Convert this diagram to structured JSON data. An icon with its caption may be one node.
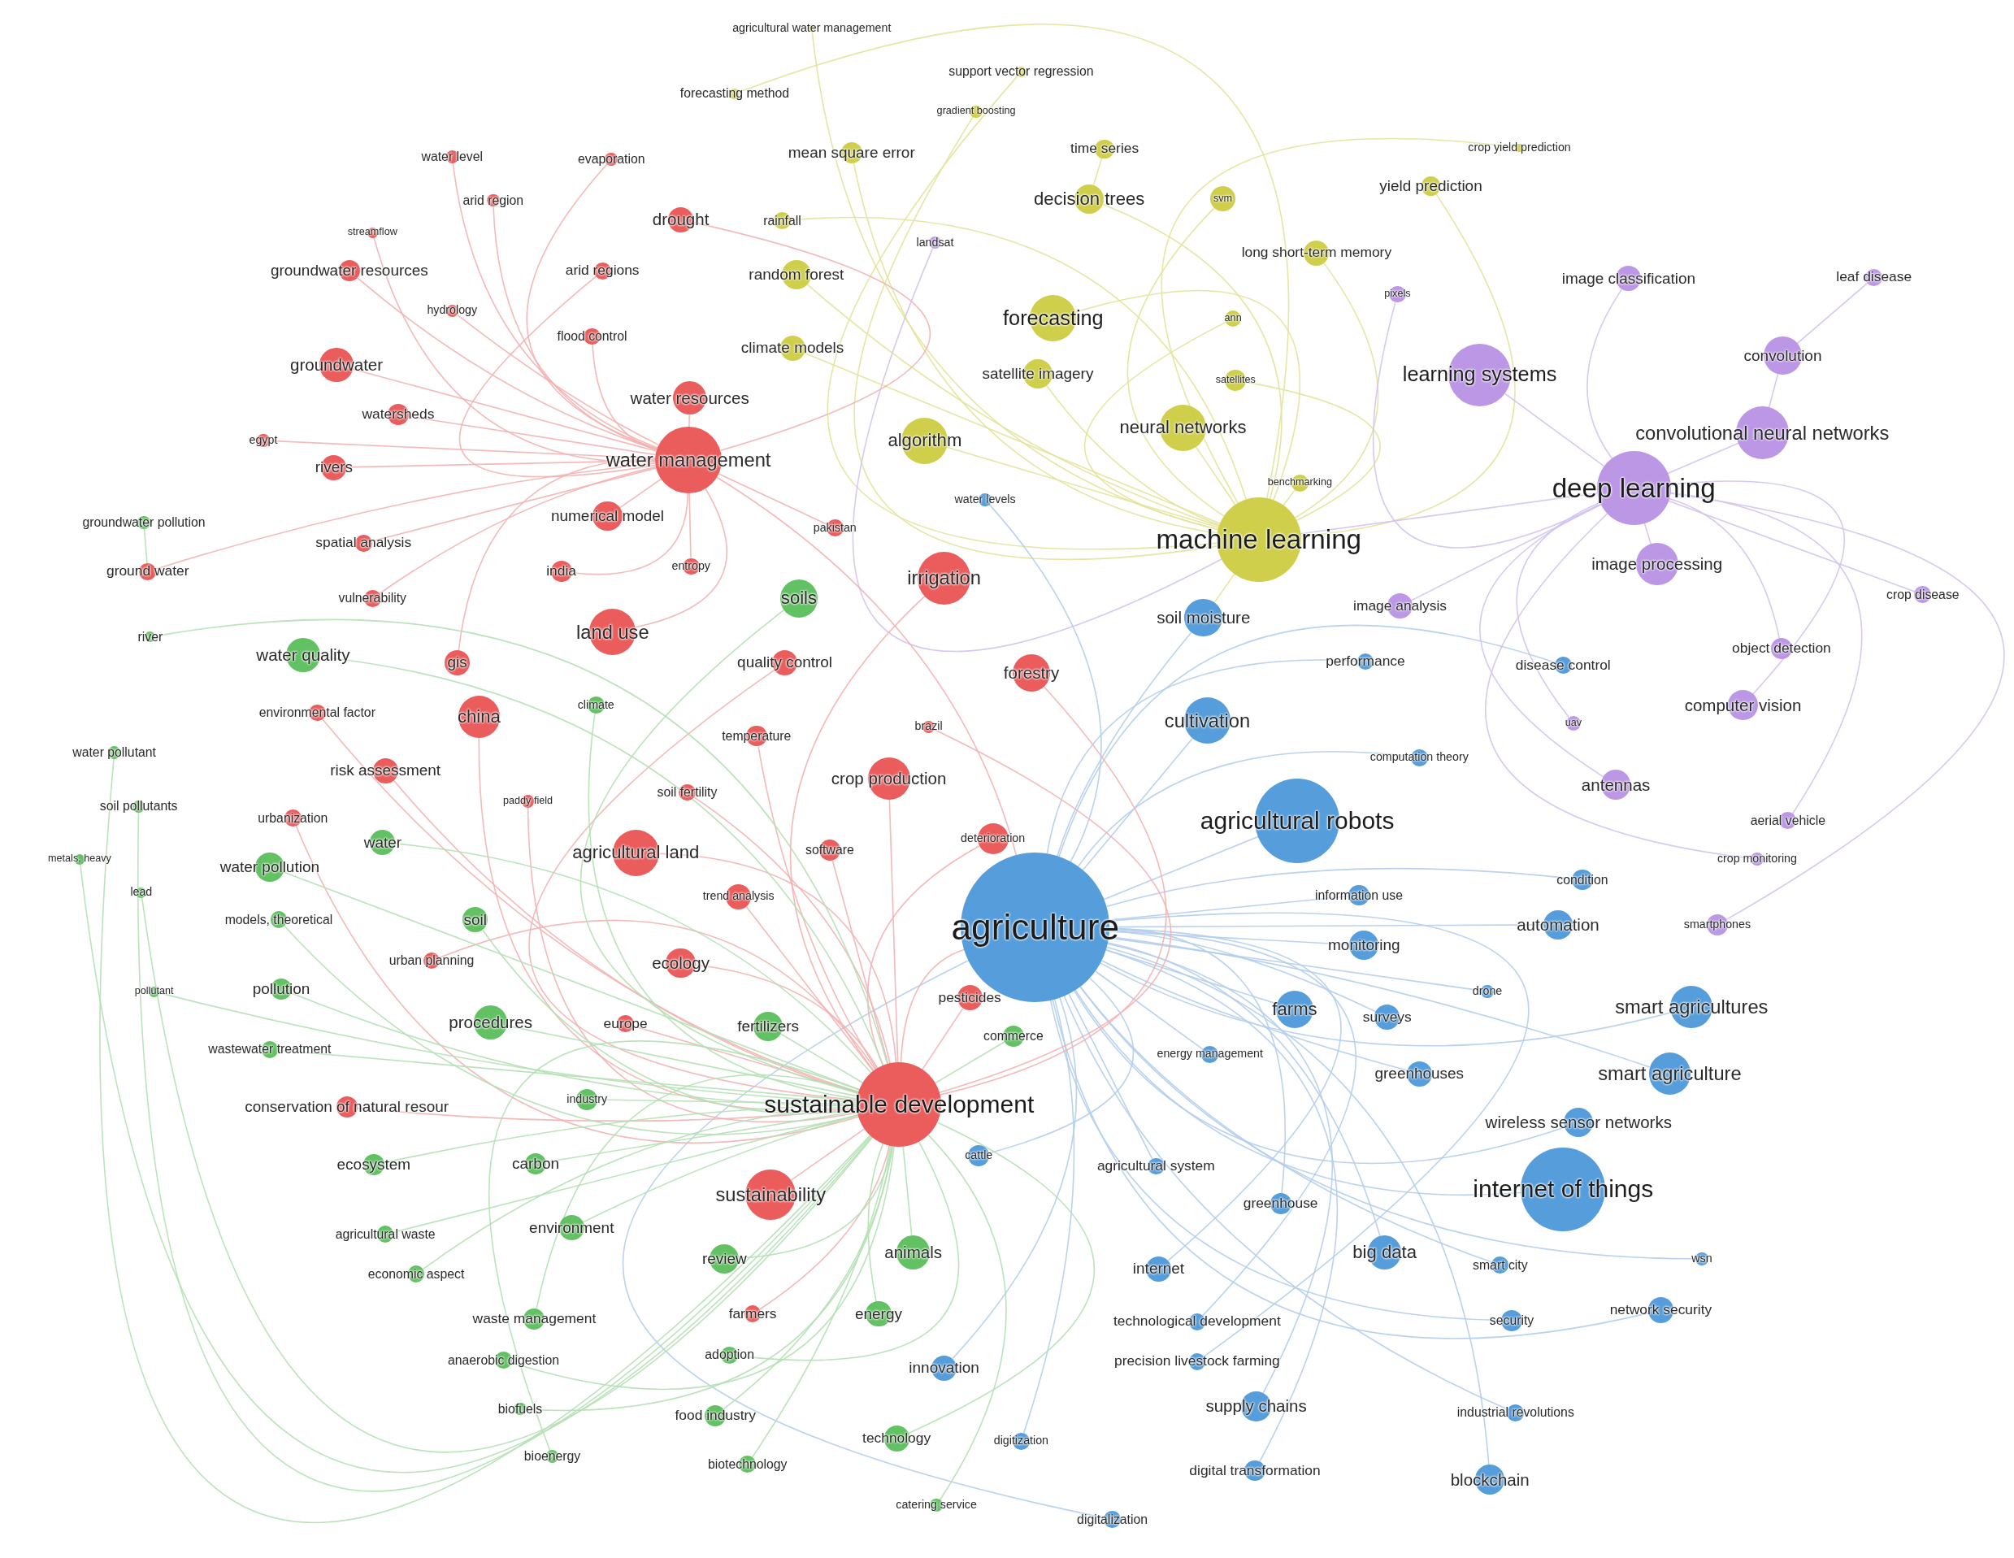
{
  "diagram": {
    "nodes": [
      {
        "text": [
          "agricultural water management"
        ]
      },
      {
        "text": [
          "support vector regression"
        ]
      },
      {
        "text": [
          "forecasting method"
        ]
      },
      {
        "text": [
          "gradient boosting"
        ]
      },
      {
        "text": [
          "mean square error"
        ]
      },
      {
        "text": [
          "time series"
        ]
      },
      {
        "text": [
          "crop yield prediction"
        ]
      },
      {
        "text": [
          "decision trees"
        ]
      },
      {
        "text": [
          "svm"
        ]
      },
      {
        "text": [
          "yield prediction"
        ]
      },
      {
        "text": [
          "rainfall"
        ]
      },
      {
        "text": [
          "random forest"
        ]
      },
      {
        "text": [
          "long short-term memory"
        ]
      },
      {
        "text": [
          "landsat"
        ]
      },
      {
        "text": [
          "forecasting"
        ]
      },
      {
        "text": [
          "ann"
        ]
      },
      {
        "text": [
          "climate models"
        ]
      },
      {
        "text": [
          "satellite imagery"
        ]
      },
      {
        "text": [
          "satellites"
        ]
      },
      {
        "text": [
          "algorithm"
        ]
      },
      {
        "text": [
          "neural networks"
        ]
      },
      {
        "text": [
          "machine learning"
        ]
      },
      {
        "text": [
          "pixels"
        ]
      },
      {
        "text": [
          "benchmarking"
        ]
      },
      {
        "text": [
          "water levels"
        ]
      },
      {
        "text": [
          "image classification"
        ]
      },
      {
        "text": [
          "leaf disease"
        ]
      },
      {
        "text": [
          "learning systems"
        ]
      },
      {
        "text": [
          "convolution"
        ]
      },
      {
        "text": [
          "convolutional neural networks"
        ]
      },
      {
        "text": [
          "deep learning"
        ]
      },
      {
        "text": [
          "image processing"
        ]
      },
      {
        "text": [
          "image analysis"
        ]
      },
      {
        "text": [
          "crop disease"
        ]
      },
      {
        "text": [
          "object detection"
        ]
      },
      {
        "text": [
          "computer vision"
        ]
      },
      {
        "text": [
          "antennas"
        ]
      },
      {
        "text": [
          "aerial vehicle"
        ]
      },
      {
        "text": [
          "crop monitoring"
        ]
      },
      {
        "text": [
          "smartphones"
        ]
      },
      {
        "text": [
          "uav"
        ]
      },
      {
        "text": [
          "disease control"
        ]
      },
      {
        "text": [
          "performance"
        ]
      },
      {
        "text": [
          "soil moisture"
        ]
      },
      {
        "text": [
          "cultivation"
        ]
      },
      {
        "text": [
          "computation theory"
        ]
      },
      {
        "text": [
          "agricultural robots"
        ]
      },
      {
        "text": [
          "agriculture"
        ]
      },
      {
        "text": [
          "information use"
        ]
      },
      {
        "text": [
          "condition"
        ]
      },
      {
        "text": [
          "automation"
        ]
      },
      {
        "text": [
          "monitoring"
        ]
      },
      {
        "text": [
          "drone"
        ]
      },
      {
        "text": [
          "farms"
        ]
      },
      {
        "text": [
          "surveys"
        ]
      },
      {
        "text": [
          "smart agricultures"
        ]
      },
      {
        "text": [
          "energy management"
        ]
      },
      {
        "text": [
          "greenhouses"
        ]
      },
      {
        "text": [
          "smart agriculture"
        ]
      },
      {
        "text": [
          "wireless sensor networks"
        ]
      },
      {
        "text": [
          "internet of things"
        ]
      },
      {
        "text": [
          "agricultural system"
        ]
      },
      {
        "text": [
          "greenhouse"
        ]
      },
      {
        "text": [
          "big data"
        ]
      },
      {
        "text": [
          "smart city"
        ]
      },
      {
        "text": [
          "wsn"
        ]
      },
      {
        "text": [
          "internet"
        ]
      },
      {
        "text": [
          "security"
        ]
      },
      {
        "text": [
          "network security"
        ]
      },
      {
        "text": [
          "technological development"
        ]
      },
      {
        "text": [
          "precision livestock farming"
        ]
      },
      {
        "text": [
          "innovation"
        ]
      },
      {
        "text": [
          "supply chains"
        ]
      },
      {
        "text": [
          "industrial revolutions"
        ]
      },
      {
        "text": [
          "digitization"
        ]
      },
      {
        "text": [
          "digital transformation"
        ]
      },
      {
        "text": [
          "blockchain"
        ]
      },
      {
        "text": [
          "digitalization"
        ]
      },
      {
        "text": [
          "commerce"
        ]
      },
      {
        "text": [
          "water level"
        ]
      },
      {
        "text": [
          "evaporation"
        ]
      },
      {
        "text": [
          "drought"
        ]
      },
      {
        "text": [
          "arid region"
        ]
      },
      {
        "text": [
          "streamflow"
        ]
      },
      {
        "text": [
          "groundwater resources"
        ]
      },
      {
        "text": [
          "arid regions"
        ]
      },
      {
        "text": [
          "hydrology"
        ]
      },
      {
        "text": [
          "flood control"
        ]
      },
      {
        "text": [
          "groundwater"
        ]
      },
      {
        "text": [
          "water resources"
        ]
      },
      {
        "text": [
          "watersheds"
        ]
      },
      {
        "text": [
          "egypt"
        ]
      },
      {
        "text": [
          "rivers"
        ]
      },
      {
        "text": [
          "water management"
        ]
      },
      {
        "text": [
          "numerical model"
        ]
      },
      {
        "text": [
          "pakistan"
        ]
      },
      {
        "text": [
          "groundwater pollution"
        ]
      },
      {
        "text": [
          "spatial analysis"
        ]
      },
      {
        "text": [
          "ground water"
        ]
      },
      {
        "text": [
          "india"
        ]
      },
      {
        "text": [
          "entropy"
        ]
      },
      {
        "text": [
          "irrigation"
        ]
      },
      {
        "text": [
          "soils"
        ]
      },
      {
        "text": [
          "vulnerability"
        ]
      },
      {
        "text": [
          "river"
        ]
      },
      {
        "text": [
          "land use"
        ]
      },
      {
        "text": [
          "water quality"
        ]
      },
      {
        "text": [
          "gis"
        ]
      },
      {
        "text": [
          "quality control"
        ]
      },
      {
        "text": [
          "forestry"
        ]
      },
      {
        "text": [
          "environmental factor"
        ]
      },
      {
        "text": [
          "china"
        ]
      },
      {
        "text": [
          "climate"
        ]
      },
      {
        "text": [
          "temperature"
        ]
      },
      {
        "text": [
          "brazil"
        ]
      },
      {
        "text": [
          "water pollutant"
        ]
      },
      {
        "text": [
          "risk assessment"
        ]
      },
      {
        "text": [
          "crop production"
        ]
      },
      {
        "text": [
          "soil pollutants"
        ]
      },
      {
        "text": [
          "urbanization"
        ]
      },
      {
        "text": [
          "paddy field"
        ]
      },
      {
        "text": [
          "soil fertility"
        ]
      },
      {
        "text": [
          "water"
        ]
      },
      {
        "text": [
          "metals, heavy"
        ]
      },
      {
        "text": [
          "water pollution"
        ]
      },
      {
        "text": [
          "agricultural land"
        ]
      },
      {
        "text": [
          "software"
        ]
      },
      {
        "text": [
          "deterioration"
        ]
      },
      {
        "text": [
          "lead"
        ]
      },
      {
        "text": [
          "trend analysis"
        ]
      },
      {
        "text": [
          "models, theoretical"
        ]
      },
      {
        "text": [
          "soil"
        ]
      },
      {
        "text": [
          "urban planning"
        ]
      },
      {
        "text": [
          "ecology"
        ]
      },
      {
        "text": [
          "pollutant"
        ]
      },
      {
        "text": [
          "pollution"
        ]
      },
      {
        "text": [
          "pesticides"
        ]
      },
      {
        "text": [
          "procedures"
        ]
      },
      {
        "text": [
          "europe"
        ]
      },
      {
        "text": [
          "fertilizers"
        ]
      },
      {
        "text": [
          "wastewater treatment"
        ]
      },
      {
        "text": [
          "conservation of natural resour"
        ]
      },
      {
        "text": [
          "industry"
        ]
      },
      {
        "text": [
          "sustainable development"
        ]
      },
      {
        "text": [
          "ecosystem"
        ]
      },
      {
        "text": [
          "carbon"
        ]
      },
      {
        "text": [
          "cattle"
        ]
      },
      {
        "text": [
          "sustainability"
        ]
      },
      {
        "text": [
          "agricultural waste"
        ]
      },
      {
        "text": [
          "environment"
        ]
      },
      {
        "text": [
          "animals"
        ]
      },
      {
        "text": [
          "review"
        ]
      },
      {
        "text": [
          "economic aspect"
        ]
      },
      {
        "text": [
          "waste management"
        ]
      },
      {
        "text": [
          "farmers"
        ]
      },
      {
        "text": [
          "energy"
        ]
      },
      {
        "text": [
          "anaerobic digestion"
        ]
      },
      {
        "text": [
          "adoption"
        ]
      },
      {
        "text": [
          "biofuels"
        ]
      },
      {
        "text": [
          "food industry"
        ]
      },
      {
        "text": [
          "technology"
        ]
      },
      {
        "text": [
          "bioenergy"
        ]
      },
      {
        "text": [
          "biotechnology"
        ]
      },
      {
        "text": [
          "catering service"
        ]
      }
    ],
    "edges": [
      {
        "from": 0,
        "to": 21,
        "arrow": "none",
        "color": "#e3e39a"
      },
      {
        "from": 1,
        "to": 21,
        "arrow": "none",
        "color": "#e3e39a"
      },
      {
        "from": 2,
        "to": 21,
        "arrow": "none",
        "color": "#e3e39a"
      },
      {
        "from": 3,
        "to": 21,
        "arrow": "none",
        "color": "#e3e39a"
      },
      {
        "from": 4,
        "to": 21,
        "arrow": "none",
        "color": "#e3e39a"
      },
      {
        "from": 5,
        "to": 7,
        "arrow": "none",
        "color": "#e3e39a"
      },
      {
        "from": 6,
        "to": 21,
        "arrow": "none",
        "color": "#e3e39a"
      },
      {
        "from": 7,
        "to": 21,
        "arrow": "none",
        "color": "#e3e39a"
      },
      {
        "from": 8,
        "to": 21,
        "arrow": "none",
        "color": "#e3e39a"
      },
      {
        "from": 9,
        "to": 21,
        "arrow": "none",
        "color": "#e3e39a"
      },
      {
        "from": 10,
        "to": 21,
        "arrow": "none",
        "color": "#e3e39a"
      },
      {
        "from": 11,
        "to": 21,
        "arrow": "none",
        "color": "#e3e39a"
      },
      {
        "from": 12,
        "to": 21,
        "arrow": "none",
        "color": "#e3e39a"
      },
      {
        "from": 13,
        "to": 21,
        "arrow": "none",
        "color": "#d3c2ee"
      },
      {
        "from": 14,
        "to": 21,
        "arrow": "none",
        "color": "#e3e39a"
      },
      {
        "from": 15,
        "to": 21,
        "arrow": "none",
        "color": "#e3e39a"
      },
      {
        "from": 16,
        "to": 21,
        "arrow": "none",
        "color": "#e3e39a"
      },
      {
        "from": 17,
        "to": 21,
        "arrow": "none",
        "color": "#e3e39a"
      },
      {
        "from": 18,
        "to": 21,
        "arrow": "none",
        "color": "#e3e39a"
      },
      {
        "from": 19,
        "to": 21,
        "arrow": "none",
        "color": "#e3e39a"
      },
      {
        "from": 20,
        "to": 21,
        "arrow": "none",
        "color": "#e3e39a"
      },
      {
        "from": 23,
        "to": 21,
        "arrow": "none",
        "color": "#e3e39a"
      },
      {
        "from": 22,
        "to": 30,
        "arrow": "none",
        "color": "#d3c2ee"
      },
      {
        "from": 25,
        "to": 30,
        "arrow": "none",
        "color": "#d3c2ee"
      },
      {
        "from": 26,
        "to": 28,
        "arrow": "none",
        "color": "#d3c2ee"
      },
      {
        "from": 27,
        "to": 30,
        "arrow": "none",
        "color": "#d3c2ee"
      },
      {
        "from": 28,
        "to": 29,
        "arrow": "none",
        "color": "#d3c2ee"
      },
      {
        "from": 29,
        "to": 30,
        "arrow": "none",
        "color": "#d3c2ee"
      },
      {
        "from": 31,
        "to": 30,
        "arrow": "none",
        "color": "#d3c2ee"
      },
      {
        "from": 32,
        "to": 30,
        "arrow": "none",
        "color": "#d3c2ee"
      },
      {
        "from": 33,
        "to": 30,
        "arrow": "none",
        "color": "#d3c2ee"
      },
      {
        "from": 34,
        "to": 30,
        "arrow": "none",
        "color": "#d3c2ee"
      },
      {
        "from": 35,
        "to": 30,
        "arrow": "none",
        "color": "#d3c2ee"
      },
      {
        "from": 36,
        "to": 30,
        "arrow": "none",
        "color": "#d3c2ee"
      },
      {
        "from": 37,
        "to": 30,
        "arrow": "none",
        "color": "#d3c2ee"
      },
      {
        "from": 38,
        "to": 30,
        "arrow": "none",
        "color": "#d3c2ee"
      },
      {
        "from": 39,
        "to": 30,
        "arrow": "none",
        "color": "#d3c2ee"
      },
      {
        "from": 40,
        "to": 30,
        "arrow": "none",
        "color": "#d3c2ee"
      },
      {
        "from": 24,
        "to": 47,
        "arrow": "none",
        "color": "#b2cdec"
      },
      {
        "from": 41,
        "to": 47,
        "arrow": "none",
        "color": "#b2cdec"
      },
      {
        "from": 42,
        "to": 47,
        "arrow": "none",
        "color": "#b2cdec"
      },
      {
        "from": 43,
        "to": 47,
        "arrow": "none",
        "color": "#b2cdec"
      },
      {
        "from": 44,
        "to": 47,
        "arrow": "none",
        "color": "#b2cdec"
      },
      {
        "from": 45,
        "to": 47,
        "arrow": "none",
        "color": "#b2cdec"
      },
      {
        "from": 46,
        "to": 47,
        "arrow": "none",
        "color": "#b2cdec"
      },
      {
        "from": 48,
        "to": 47,
        "arrow": "none",
        "color": "#b2cdec"
      },
      {
        "from": 49,
        "to": 47,
        "arrow": "none",
        "color": "#b2cdec"
      },
      {
        "from": 50,
        "to": 47,
        "arrow": "none",
        "color": "#b2cdec"
      },
      {
        "from": 51,
        "to": 47,
        "arrow": "none",
        "color": "#b2cdec"
      },
      {
        "from": 52,
        "to": 47,
        "arrow": "none",
        "color": "#b2cdec"
      },
      {
        "from": 53,
        "to": 47,
        "arrow": "none",
        "color": "#b2cdec"
      },
      {
        "from": 54,
        "to": 47,
        "arrow": "none",
        "color": "#b2cdec"
      },
      {
        "from": 55,
        "to": 47,
        "arrow": "none",
        "color": "#b2cdec"
      },
      {
        "from": 56,
        "to": 47,
        "arrow": "none",
        "color": "#b2cdec"
      },
      {
        "from": 57,
        "to": 47,
        "arrow": "none",
        "color": "#b2cdec"
      },
      {
        "from": 58,
        "to": 47,
        "arrow": "none",
        "color": "#b2cdec"
      },
      {
        "from": 59,
        "to": 47,
        "arrow": "none",
        "color": "#b2cdec"
      },
      {
        "from": 60,
        "to": 47,
        "arrow": "none",
        "color": "#b2cdec"
      },
      {
        "from": 61,
        "to": 47,
        "arrow": "none",
        "color": "#b2cdec"
      },
      {
        "from": 62,
        "to": 47,
        "arrow": "none",
        "color": "#b2cdec"
      },
      {
        "from": 63,
        "to": 47,
        "arrow": "none",
        "color": "#b2cdec"
      },
      {
        "from": 64,
        "to": 47,
        "arrow": "none",
        "color": "#b2cdec"
      },
      {
        "from": 65,
        "to": 47,
        "arrow": "none",
        "color": "#b2cdec"
      },
      {
        "from": 66,
        "to": 47,
        "arrow": "none",
        "color": "#b2cdec"
      },
      {
        "from": 67,
        "to": 47,
        "arrow": "none",
        "color": "#b2cdec"
      },
      {
        "from": 68,
        "to": 47,
        "arrow": "none",
        "color": "#b2cdec"
      },
      {
        "from": 69,
        "to": 47,
        "arrow": "none",
        "color": "#b2cdec"
      },
      {
        "from": 70,
        "to": 47,
        "arrow": "none",
        "color": "#b2cdec"
      },
      {
        "from": 71,
        "to": 47,
        "arrow": "none",
        "color": "#b2cdec"
      },
      {
        "from": 72,
        "to": 47,
        "arrow": "none",
        "color": "#b2cdec"
      },
      {
        "from": 73,
        "to": 47,
        "arrow": "none",
        "color": "#b2cdec"
      },
      {
        "from": 74,
        "to": 47,
        "arrow": "none",
        "color": "#b2cdec"
      },
      {
        "from": 75,
        "to": 47,
        "arrow": "none",
        "color": "#b2cdec"
      },
      {
        "from": 76,
        "to": 47,
        "arrow": "none",
        "color": "#b2cdec"
      },
      {
        "from": 77,
        "to": 47,
        "arrow": "none",
        "color": "#b2cdec"
      },
      {
        "from": 146,
        "to": 47,
        "arrow": "none",
        "color": "#b2cdec"
      },
      {
        "from": 79,
        "to": 93,
        "arrow": "none",
        "color": "#f3b1b1"
      },
      {
        "from": 80,
        "to": 93,
        "arrow": "none",
        "color": "#f3b1b1"
      },
      {
        "from": 81,
        "to": 93,
        "arrow": "none",
        "color": "#f3b1b1"
      },
      {
        "from": 82,
        "to": 93,
        "arrow": "none",
        "color": "#f3b1b1"
      },
      {
        "from": 83,
        "to": 93,
        "arrow": "none",
        "color": "#f3b1b1"
      },
      {
        "from": 84,
        "to": 93,
        "arrow": "none",
        "color": "#f3b1b1"
      },
      {
        "from": 85,
        "to": 93,
        "arrow": "none",
        "color": "#f3b1b1"
      },
      {
        "from": 86,
        "to": 93,
        "arrow": "none",
        "color": "#f3b1b1"
      },
      {
        "from": 87,
        "to": 93,
        "arrow": "none",
        "color": "#f3b1b1"
      },
      {
        "from": 88,
        "to": 93,
        "arrow": "none",
        "color": "#f3b1b1"
      },
      {
        "from": 89,
        "to": 93,
        "arrow": "none",
        "color": "#f3b1b1"
      },
      {
        "from": 90,
        "to": 93,
        "arrow": "none",
        "color": "#f3b1b1"
      },
      {
        "from": 91,
        "to": 93,
        "arrow": "none",
        "color": "#f3b1b1"
      },
      {
        "from": 92,
        "to": 93,
        "arrow": "none",
        "color": "#f3b1b1"
      },
      {
        "from": 94,
        "to": 93,
        "arrow": "none",
        "color": "#f3b1b1"
      },
      {
        "from": 95,
        "to": 93,
        "arrow": "none",
        "color": "#f3b1b1"
      },
      {
        "from": 97,
        "to": 93,
        "arrow": "none",
        "color": "#f3b1b1"
      },
      {
        "from": 98,
        "to": 93,
        "arrow": "none",
        "color": "#f3b1b1"
      },
      {
        "from": 99,
        "to": 93,
        "arrow": "none",
        "color": "#f3b1b1"
      },
      {
        "from": 100,
        "to": 93,
        "arrow": "none",
        "color": "#f3b1b1"
      },
      {
        "from": 103,
        "to": 93,
        "arrow": "none",
        "color": "#f3b1b1"
      },
      {
        "from": 105,
        "to": 93,
        "arrow": "none",
        "color": "#f3b1b1"
      },
      {
        "from": 107,
        "to": 93,
        "arrow": "none",
        "color": "#f3b1b1"
      },
      {
        "from": 101,
        "to": 143,
        "arrow": "none",
        "color": "#f3b1b1"
      },
      {
        "from": 108,
        "to": 143,
        "arrow": "none",
        "color": "#f3b1b1"
      },
      {
        "from": 109,
        "to": 143,
        "arrow": "none",
        "color": "#f3b1b1"
      },
      {
        "from": 110,
        "to": 143,
        "arrow": "none",
        "color": "#f3b1b1"
      },
      {
        "from": 111,
        "to": 143,
        "arrow": "none",
        "color": "#f3b1b1"
      },
      {
        "from": 113,
        "to": 143,
        "arrow": "none",
        "color": "#f3b1b1"
      },
      {
        "from": 114,
        "to": 143,
        "arrow": "none",
        "color": "#f3b1b1"
      },
      {
        "from": 116,
        "to": 143,
        "arrow": "none",
        "color": "#f3b1b1"
      },
      {
        "from": 117,
        "to": 143,
        "arrow": "none",
        "color": "#f3b1b1"
      },
      {
        "from": 119,
        "to": 143,
        "arrow": "none",
        "color": "#f3b1b1"
      },
      {
        "from": 120,
        "to": 143,
        "arrow": "none",
        "color": "#f3b1b1"
      },
      {
        "from": 121,
        "to": 143,
        "arrow": "none",
        "color": "#f3b1b1"
      },
      {
        "from": 125,
        "to": 143,
        "arrow": "none",
        "color": "#f3b1b1"
      },
      {
        "from": 126,
        "to": 143,
        "arrow": "none",
        "color": "#f3b1b1"
      },
      {
        "from": 127,
        "to": 143,
        "arrow": "none",
        "color": "#f3b1b1"
      },
      {
        "from": 129,
        "to": 143,
        "arrow": "none",
        "color": "#f3b1b1"
      },
      {
        "from": 132,
        "to": 143,
        "arrow": "none",
        "color": "#f3b1b1"
      },
      {
        "from": 133,
        "to": 143,
        "arrow": "none",
        "color": "#f3b1b1"
      },
      {
        "from": 136,
        "to": 143,
        "arrow": "none",
        "color": "#f3b1b1"
      },
      {
        "from": 138,
        "to": 143,
        "arrow": "none",
        "color": "#f3b1b1"
      },
      {
        "from": 141,
        "to": 143,
        "arrow": "none",
        "color": "#f3b1b1"
      },
      {
        "from": 147,
        "to": 143,
        "arrow": "none",
        "color": "#f3b1b1"
      },
      {
        "from": 154,
        "to": 143,
        "arrow": "none",
        "color": "#f3b1b1"
      },
      {
        "from": 78,
        "to": 143,
        "arrow": "none",
        "color": "#b4e0b4"
      },
      {
        "from": 96,
        "to": 98,
        "arrow": "none",
        "color": "#b4e0b4"
      },
      {
        "from": 102,
        "to": 143,
        "arrow": "none",
        "color": "#b4e0b4"
      },
      {
        "from": 104,
        "to": 143,
        "arrow": "none",
        "color": "#b4e0b4"
      },
      {
        "from": 106,
        "to": 143,
        "arrow": "none",
        "color": "#b4e0b4"
      },
      {
        "from": 112,
        "to": 143,
        "arrow": "none",
        "color": "#b4e0b4"
      },
      {
        "from": 115,
        "to": 143,
        "arrow": "none",
        "color": "#b4e0b4"
      },
      {
        "from": 118,
        "to": 143,
        "arrow": "none",
        "color": "#b4e0b4"
      },
      {
        "from": 122,
        "to": 143,
        "arrow": "none",
        "color": "#b4e0b4"
      },
      {
        "from": 123,
        "to": 143,
        "arrow": "none",
        "color": "#b4e0b4"
      },
      {
        "from": 124,
        "to": 143,
        "arrow": "none",
        "color": "#b4e0b4"
      },
      {
        "from": 128,
        "to": 143,
        "arrow": "none",
        "color": "#b4e0b4"
      },
      {
        "from": 130,
        "to": 143,
        "arrow": "none",
        "color": "#b4e0b4"
      },
      {
        "from": 131,
        "to": 143,
        "arrow": "none",
        "color": "#b4e0b4"
      },
      {
        "from": 134,
        "to": 143,
        "arrow": "none",
        "color": "#b4e0b4"
      },
      {
        "from": 135,
        "to": 143,
        "arrow": "none",
        "color": "#b4e0b4"
      },
      {
        "from": 137,
        "to": 143,
        "arrow": "none",
        "color": "#b4e0b4"
      },
      {
        "from": 139,
        "to": 143,
        "arrow": "none",
        "color": "#b4e0b4"
      },
      {
        "from": 140,
        "to": 143,
        "arrow": "none",
        "color": "#b4e0b4"
      },
      {
        "from": 142,
        "to": 143,
        "arrow": "none",
        "color": "#b4e0b4"
      },
      {
        "from": 144,
        "to": 143,
        "arrow": "none",
        "color": "#b4e0b4"
      },
      {
        "from": 145,
        "to": 143,
        "arrow": "none",
        "color": "#b4e0b4"
      },
      {
        "from": 148,
        "to": 143,
        "arrow": "none",
        "color": "#b4e0b4"
      },
      {
        "from": 149,
        "to": 143,
        "arrow": "none",
        "color": "#b4e0b4"
      },
      {
        "from": 150,
        "to": 143,
        "arrow": "none",
        "color": "#b4e0b4"
      },
      {
        "from": 151,
        "to": 143,
        "arrow": "none",
        "color": "#b4e0b4"
      },
      {
        "from": 152,
        "to": 143,
        "arrow": "none",
        "color": "#b4e0b4"
      },
      {
        "from": 153,
        "to": 143,
        "arrow": "none",
        "color": "#b4e0b4"
      },
      {
        "from": 155,
        "to": 143,
        "arrow": "none",
        "color": "#b4e0b4"
      },
      {
        "from": 156,
        "to": 143,
        "arrow": "none",
        "color": "#b4e0b4"
      },
      {
        "from": 157,
        "to": 143,
        "arrow": "none",
        "color": "#b4e0b4"
      },
      {
        "from": 158,
        "to": 143,
        "arrow": "none",
        "color": "#b4e0b4"
      },
      {
        "from": 159,
        "to": 143,
        "arrow": "none",
        "color": "#b4e0b4"
      },
      {
        "from": 160,
        "to": 143,
        "arrow": "none",
        "color": "#b4e0b4"
      },
      {
        "from": 161,
        "to": 143,
        "arrow": "none",
        "color": "#b4e0b4"
      },
      {
        "from": 162,
        "to": 143,
        "arrow": "none",
        "color": "#b4e0b4"
      },
      {
        "from": 163,
        "to": 143,
        "arrow": "none",
        "color": "#b4e0b4"
      },
      {
        "from": 21,
        "to": 43,
        "arrow": "none",
        "color": "#e3e39a"
      },
      {
        "from": 30,
        "to": 21,
        "arrow": "none",
        "color": "#d3c2ee"
      },
      {
        "from": 93,
        "to": 47,
        "arrow": "none",
        "color": "#f3b1b1"
      },
      {
        "from": 143,
        "to": 47,
        "arrow": "none",
        "color": "#f3b1b1"
      }
    ]
  }
}
